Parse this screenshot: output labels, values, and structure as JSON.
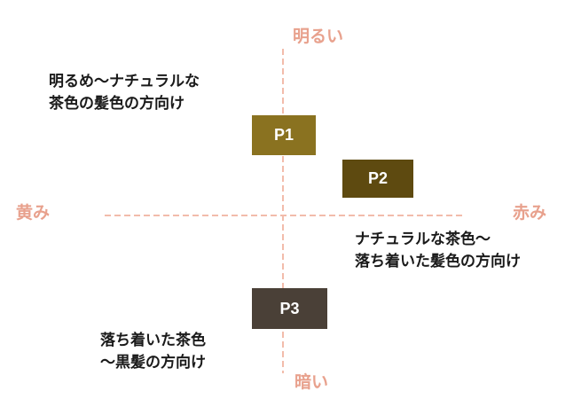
{
  "diagram": {
    "axis_labels": {
      "top": "明るい",
      "bottom": "暗い",
      "left": "黄み",
      "right": "赤み"
    },
    "boxes": [
      {
        "id": "P1",
        "label": "P1"
      },
      {
        "id": "P2",
        "label": "P2"
      },
      {
        "id": "P3",
        "label": "P3"
      }
    ],
    "annotations": {
      "top_left": "明るめ～ナチュラルな\n茶色の髪色の方向け",
      "right": "ナチュラルな茶色～\n落ち着いた髪色の方向け",
      "bottom_left": "落ち着いた茶色\n～黒髪の方向け"
    },
    "colors": {
      "axis_label": "#e8a18d",
      "axis_line": "#f2bcab",
      "p1_bg": "#8a7220",
      "p2_bg": "#5e4a10",
      "p3_bg": "#4a4037",
      "box_text": "#ffffff",
      "annotation_text": "#1a1a1a"
    }
  }
}
